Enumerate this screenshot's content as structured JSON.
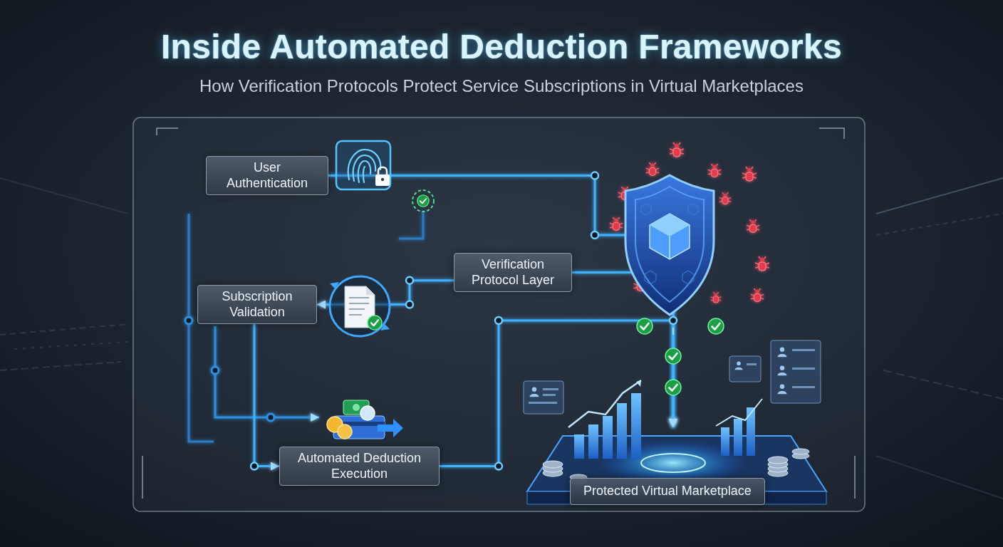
{
  "diagram": {
    "title": "Inside Automated Deduction Frameworks",
    "caption": "How Verification Protocols Protect Service Subscriptions in Virtual Marketplaces",
    "nodes": [
      {
        "text": [
          "User Authentication"
        ]
      },
      {
        "text": [
          "Subscription Validation"
        ]
      },
      {
        "text": [
          "Verification Protocol Layer"
        ]
      },
      {
        "text": [
          "Automated Deduction Execution"
        ]
      },
      {
        "text": [
          "Protected Virtual Marketplace"
        ]
      }
    ],
    "edges": [
      {
        "from": 0,
        "to": 1,
        "arrow": "to"
      },
      {
        "from": 1,
        "to": 3,
        "arrow": "to"
      },
      {
        "from": 2,
        "to": 1,
        "arrow": "to"
      },
      {
        "from": 0,
        "to": 4,
        "arrow": "to"
      },
      {
        "from": 2,
        "to": 4,
        "arrow": "to"
      },
      {
        "from": 3,
        "to": 4,
        "arrow": "to"
      }
    ]
  }
}
